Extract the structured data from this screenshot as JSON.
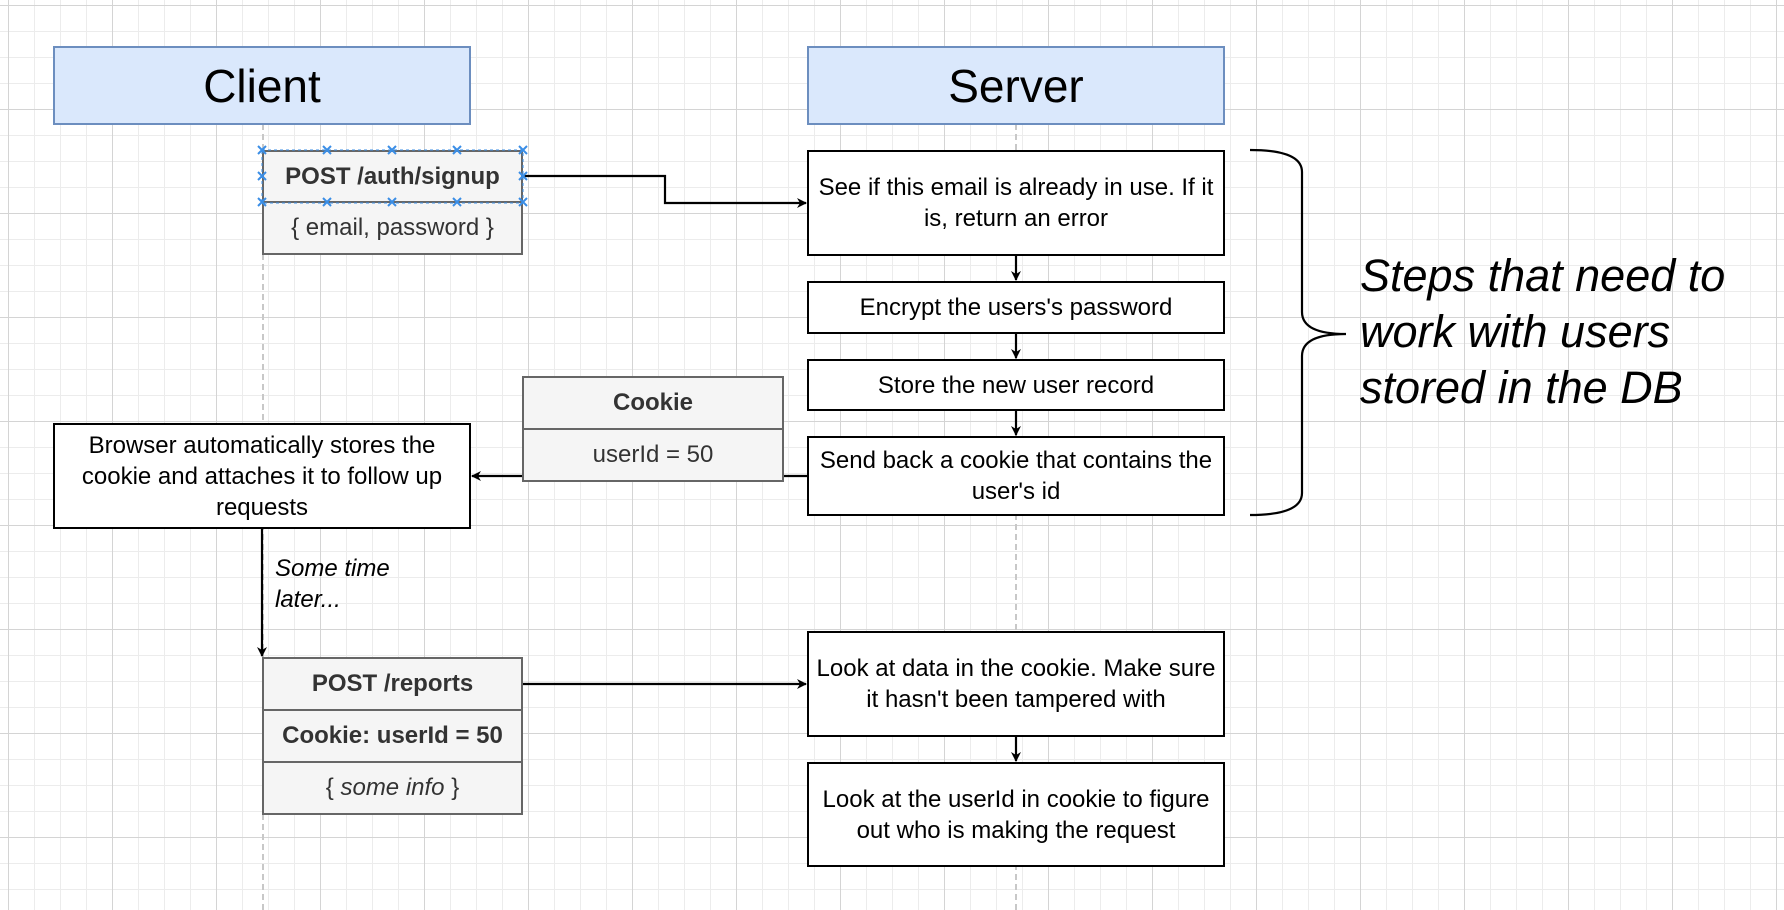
{
  "headers": {
    "client": "Client",
    "server": "Server"
  },
  "signup_request": {
    "title": "POST /auth/signup",
    "body": "{ email, password }"
  },
  "server_steps": [
    "See if this email is already in use. If it is, return an error",
    "Encrypt the users's password",
    "Store the new user record",
    "Send back a cookie that contains the user's id"
  ],
  "cookie": {
    "title": "Cookie",
    "value": "userId = 50"
  },
  "browser_note": "Browser automatically stores the cookie and attaches it to follow up requests",
  "time_note": "Some time later...",
  "reports_request": {
    "title": "POST /reports",
    "cookie": "Cookie: userId = 50",
    "body_open": "{ ",
    "body_text": "some info",
    "body_close": " }"
  },
  "reports_steps": [
    "Look at data in the cookie. Make sure it hasn't been tampered with",
    "Look at the userId in cookie to figure out who is making the request"
  ],
  "brace_note": "Steps that need to work with users stored in the DB",
  "colors": {
    "header_fill": "#dae8fc",
    "header_stroke": "#6c8ebf",
    "cell_fill": "#f5f5f5",
    "cell_stroke": "#666666",
    "selection": "#3a8ee6"
  }
}
